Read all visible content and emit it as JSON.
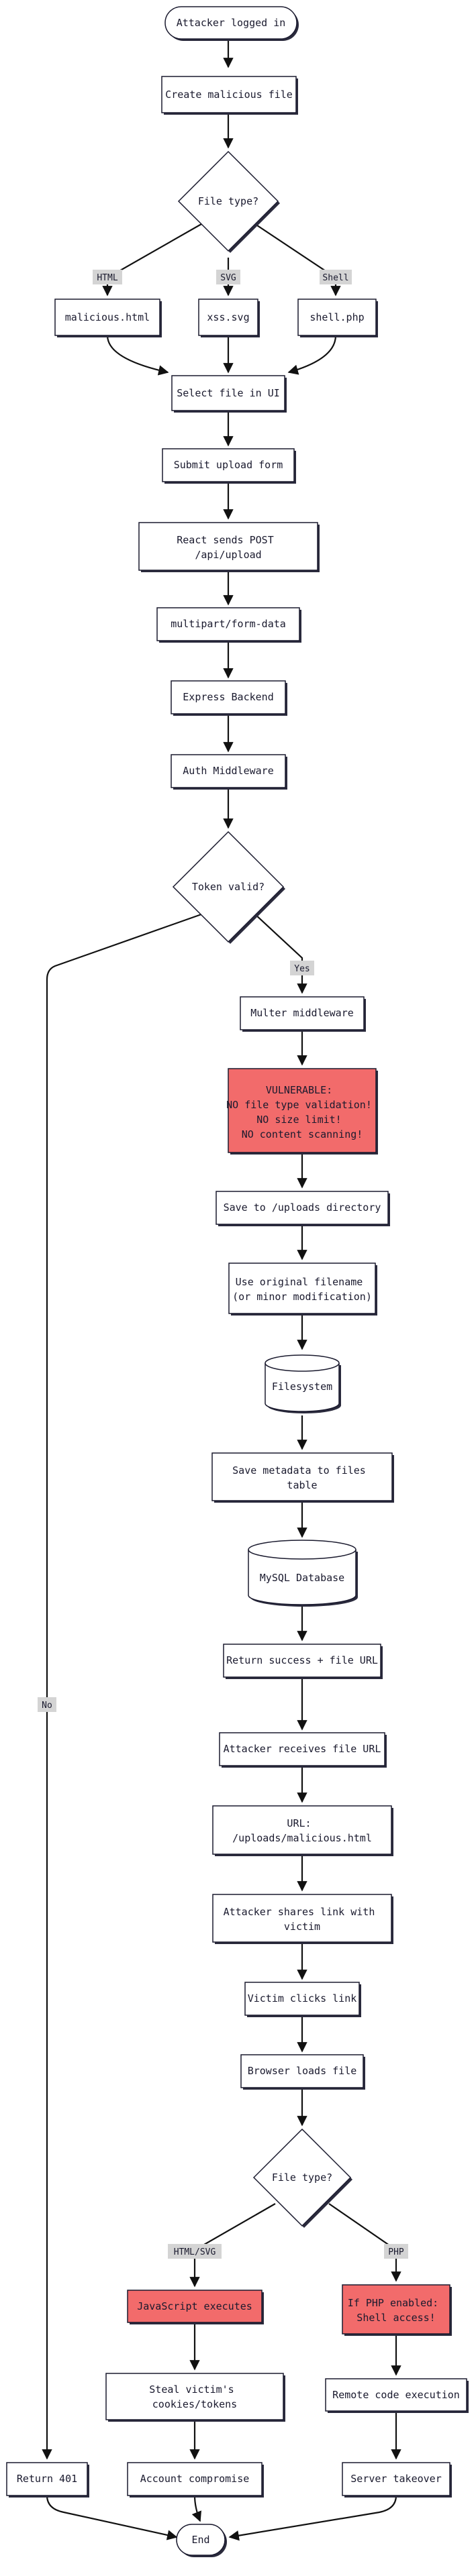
{
  "nodes": {
    "start": {
      "lines": [
        "Attacker logged in"
      ]
    },
    "create_file": {
      "lines": [
        "Create malicious file"
      ]
    },
    "file_type_1": {
      "lines": [
        "File type?"
      ]
    },
    "html_file": {
      "lines": [
        "malicious.html"
      ]
    },
    "svg_file": {
      "lines": [
        "xss.svg"
      ]
    },
    "php_file": {
      "lines": [
        "shell.php"
      ]
    },
    "select_file": {
      "lines": [
        "Select file in UI"
      ]
    },
    "submit_form": {
      "lines": [
        "Submit upload form"
      ]
    },
    "react_post": {
      "lines": [
        "React sends POST",
        "/api/upload"
      ]
    },
    "multipart": {
      "lines": [
        "multipart/form-data"
      ]
    },
    "express": {
      "lines": [
        "Express Backend"
      ]
    },
    "auth": {
      "lines": [
        "Auth Middleware"
      ]
    },
    "token_valid": {
      "lines": [
        "Token valid?"
      ]
    },
    "multer": {
      "lines": [
        "Multer middleware"
      ]
    },
    "vulnerable": {
      "lines": [
        "VULNERABLE:",
        "NO file type validation!",
        "NO size limit!",
        "NO content scanning!"
      ]
    },
    "save_uploads": {
      "lines": [
        "Save to /uploads directory"
      ]
    },
    "orig_filename": {
      "lines": [
        "Use original filename",
        "(or minor modification)"
      ]
    },
    "filesystem": {
      "lines": [
        "Filesystem"
      ]
    },
    "save_metadata": {
      "lines": [
        "Save metadata to files",
        "table"
      ]
    },
    "mysql": {
      "lines": [
        "MySQL Database"
      ]
    },
    "return_success": {
      "lines": [
        "Return success + file URL"
      ]
    },
    "attacker_receives": {
      "lines": [
        "Attacker receives file URL"
      ]
    },
    "url": {
      "lines": [
        "URL:",
        "/uploads/malicious.html"
      ]
    },
    "shares_link": {
      "lines": [
        "Attacker shares link with",
        "victim"
      ]
    },
    "victim_clicks": {
      "lines": [
        "Victim clicks link"
      ]
    },
    "browser_loads": {
      "lines": [
        "Browser loads file"
      ]
    },
    "file_type_2": {
      "lines": [
        "File type?"
      ]
    },
    "js_executes": {
      "lines": [
        "JavaScript executes"
      ]
    },
    "php_enabled": {
      "lines": [
        "If PHP enabled:",
        "Shell access!"
      ]
    },
    "steal_cookies": {
      "lines": [
        "Steal victim's",
        "cookies/tokens"
      ]
    },
    "rce": {
      "lines": [
        "Remote code execution"
      ]
    },
    "return_401": {
      "lines": [
        "Return 401"
      ]
    },
    "account_compromise": {
      "lines": [
        "Account compromise"
      ]
    },
    "server_takeover": {
      "lines": [
        "Server takeover"
      ]
    },
    "end": {
      "lines": [
        "End"
      ]
    }
  },
  "edge_labels": {
    "html": "HTML",
    "svg": "SVG",
    "shell": "Shell",
    "yes": "Yes",
    "no": "No",
    "html_svg": "HTML/SVG",
    "php": "PHP"
  },
  "colors": {
    "node_fill": "#ffffff",
    "node_stroke": "#1a1a2e",
    "node_shadow": "#2b2b3d",
    "danger_fill": "#f26b6b",
    "edge_label_bg": "#d4d4d4",
    "arrow": "#111111"
  }
}
